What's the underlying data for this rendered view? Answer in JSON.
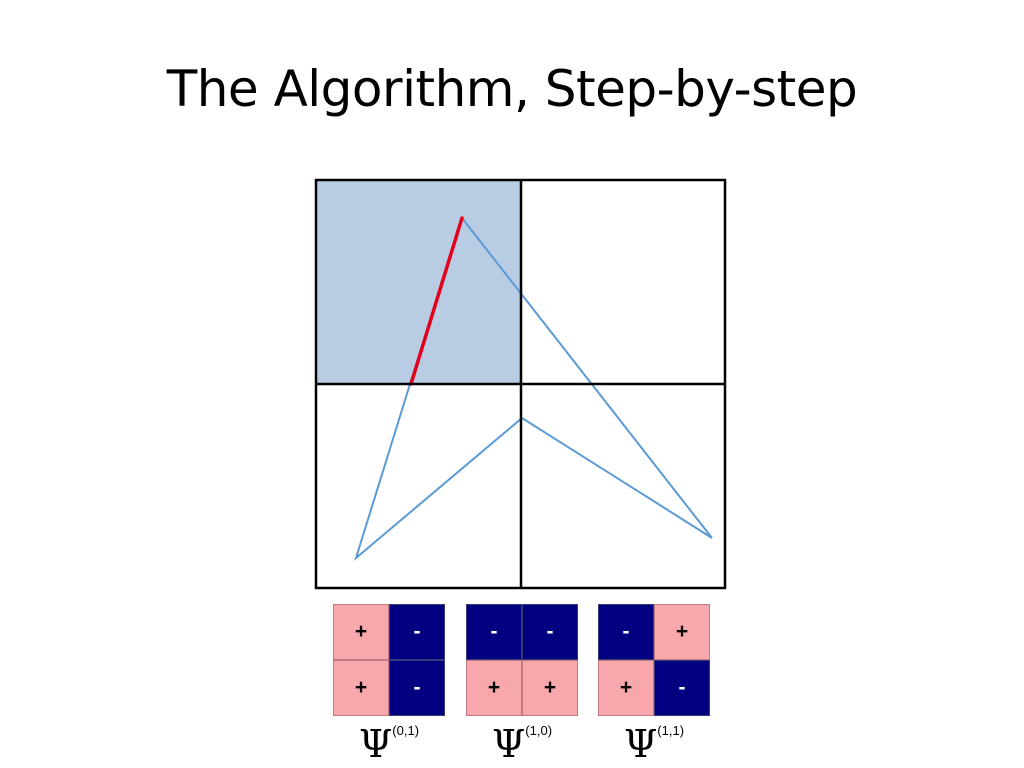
{
  "title": "The Algorithm, Step-by-step",
  "colors": {
    "highlight_fill": "#b8cce4",
    "polygon_stroke": "#5b9bd5",
    "active_edge": "#e3001b",
    "grid_stroke": "#000000",
    "positive_cell": "#f8a7ac",
    "negative_cell": "#000080"
  },
  "wavelets": [
    {
      "symbol": "Ψ",
      "index": "(0,1)",
      "cells": [
        "+",
        "-",
        "+",
        "-"
      ]
    },
    {
      "symbol": "Ψ",
      "index": "(1,0)",
      "cells": [
        "-",
        "-",
        "+",
        "+"
      ]
    },
    {
      "symbol": "Ψ",
      "index": "(1,1)",
      "cells": [
        "-",
        "+",
        "+",
        "-"
      ]
    }
  ]
}
